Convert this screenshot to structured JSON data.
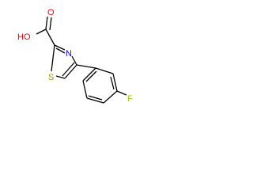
{
  "molecule": {
    "atoms": {
      "hydroxyl": "HO",
      "carbonyl_oxygen": "O",
      "thiazole_nitrogen": "N",
      "thiazole_sulfur": "S",
      "fluorine": "F"
    },
    "colors": {
      "bond": "#000000",
      "oxygen": "#ff0000",
      "nitrogen": "#0000ff",
      "sulfur": "#999900",
      "fluorine": "#99cc00",
      "background": "#ffffff"
    }
  }
}
